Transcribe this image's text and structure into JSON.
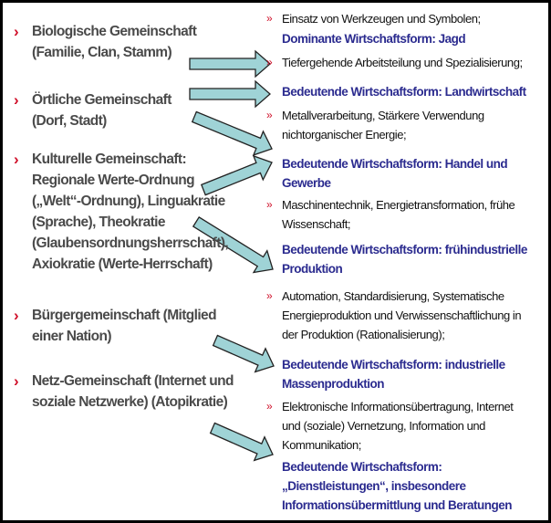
{
  "left_items": [
    {
      "text": "Biologische Gemeinschaft\n(Familie, Clan, Stamm)"
    },
    {
      "text": "Örtliche Gemeinschaft\n(Dorf, Stadt)"
    },
    {
      "text": "Kulturelle Gemeinschaft:\nRegionale Werte-Ordnung\n(„Welt“-Ordnung), Linguakratie\n(Sprache), Theokratie\n(Glaubensordnungsherrschaft),\nAxiokratie (Werte-Herrschaft)"
    },
    {
      "text": "Bürgergemeinschaft (Mitglied\neiner Nation)"
    },
    {
      "text": "Netz-Gemeinschaft (Internet und\nsoziale Netzwerke) (Atopikratie)"
    }
  ],
  "bullet_symbol": "»",
  "left_bullet_symbol": "›",
  "right_items": [
    {
      "text": "Einsatz von Werkzeugen und Symbolen;",
      "type": "feature"
    },
    {
      "text": "Dominante Wirtschaftsform: Jagd",
      "type": "economy"
    },
    {
      "text": "Tiefergehende Arbeitsteilung und Spezialisierung;",
      "type": "feature"
    },
    {
      "text": "Bedeutende Wirtschaftsform: Landwirtschaft",
      "type": "economy"
    },
    {
      "text": "Metallverarbeitung, Stärkere Verwendung\nnichtorganischer Energie;",
      "type": "feature"
    },
    {
      "text": "Bedeutende Wirtschaftsform: Handel und\nGewerbe",
      "type": "economy"
    },
    {
      "text": "Maschinentechnik, Energietransformation, frühe\nWissenschaft;",
      "type": "feature"
    },
    {
      "text": "Bedeutende Wirtschaftsform: frühindustrielle\nProduktion",
      "type": "economy"
    },
    {
      "text": "Automation, Standardisierung, Systematische\nEnergieproduktion und Verwissenschaftlichung in\nder Produktion (Rationalisierung);",
      "type": "feature"
    },
    {
      "text": "Bedeutende Wirtschaftsform: industrielle\nMassenproduktion",
      "type": "economy"
    },
    {
      "text": "Elektronische Informationsübertragung, Internet\nund (soziale) Vernetzung, Information und\nKommunikation;",
      "type": "feature"
    },
    {
      "text": "Bedeutende Wirtschaftsform:\n„Dienstleistungen“, insbesondere\nInformationsübermittlung und Beratungen",
      "type": "economy"
    }
  ],
  "colors": {
    "bullet": "#d0102a",
    "economy_text": "#2b2b8f",
    "arrow_fill": "#9fd3d6",
    "left_text": "#4a4a4a"
  }
}
